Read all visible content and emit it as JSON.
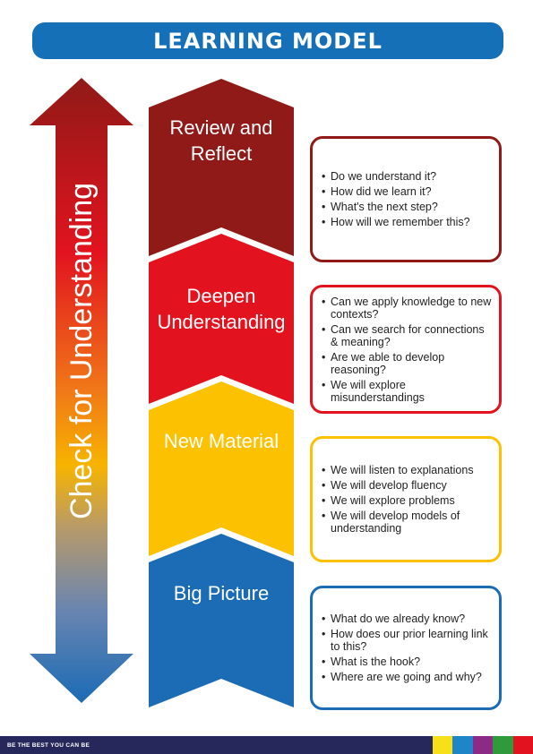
{
  "title": "LEARNING MODEL",
  "side_label": "Check for Understanding",
  "stages": [
    {
      "label": "Review and Reflect",
      "color": "#8f1a17",
      "border": "#8f1a17",
      "items": [
        "Do we understand it?",
        "How did we learn it?",
        "What's the next step?",
        "How will we remember this?"
      ]
    },
    {
      "label": "Deepen Understanding",
      "color": "#e2131f",
      "border": "#e2131f",
      "items": [
        "Can we apply knowledge to new contexts?",
        "Can we search for connections & meaning?",
        "Are we able to  develop reasoning?",
        "We will explore misunderstandings"
      ]
    },
    {
      "label": "New Material",
      "color": "#fcc100",
      "border": "#fcc100",
      "items": [
        "We will listen to explanations",
        "We will develop fluency",
        "We will explore problems",
        "We will develop models of understanding"
      ]
    },
    {
      "label": "Big Picture",
      "color": "#1b6bb5",
      "border": "#1b6bb5",
      "items": [
        "What do we already know?",
        "How does our prior learning link to this?",
        "What is the hook?",
        "Where are we going and why?"
      ]
    }
  ],
  "footer": {
    "text": "BE THE BEST YOU CAN BE",
    "swatches": [
      "#f7e017",
      "#1e86c8",
      "#8c2a86",
      "#2f9a3c",
      "#e2131f"
    ]
  }
}
